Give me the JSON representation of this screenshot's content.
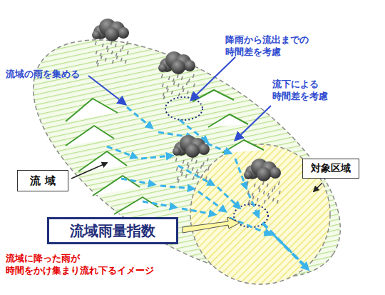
{
  "diagram": {
    "nodes": [
      {
        "text": [
          "対象区域"
        ]
      },
      {
        "text": [
          "流 域"
        ]
      },
      {
        "text": [
          "流域雨量指数"
        ]
      }
    ],
    "labels": [
      "流域の雨を集める",
      "降雨から流出までの 時間差を考慮",
      "流下による 時間差を考慮"
    ],
    "caption": "流域に降った雨が 時間をかけ集まり流れ下るイメージ"
  }
}
